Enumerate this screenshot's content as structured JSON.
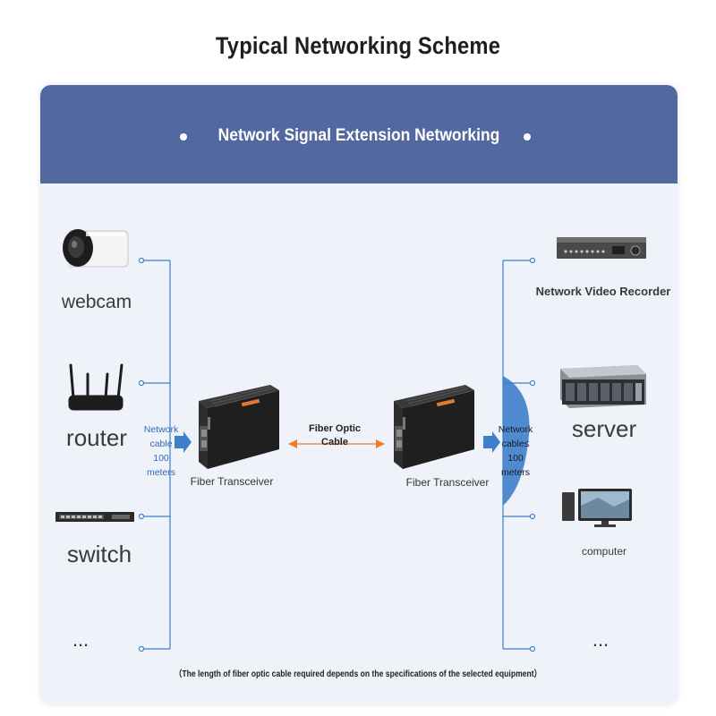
{
  "title": "Typical Networking Scheme",
  "banner": {
    "title": "Network Signal Extension Networking"
  },
  "left_devices": [
    {
      "label": "webcam",
      "icon": "webcam-icon"
    },
    {
      "label": "router",
      "icon": "router-icon"
    },
    {
      "label": "switch",
      "icon": "switch-icon"
    },
    {
      "label": "...",
      "icon": ""
    }
  ],
  "right_devices": [
    {
      "label": "Network Video Recorder",
      "icon": "nvr-icon"
    },
    {
      "label": "server",
      "icon": "server-icon"
    },
    {
      "label": "computer",
      "icon": "computer-icon"
    },
    {
      "label": "...",
      "icon": ""
    }
  ],
  "left_cable_label": [
    "Network",
    "cable",
    "100",
    "meters"
  ],
  "right_cable_label": [
    "Network",
    "cable≤",
    "100",
    "meters"
  ],
  "fiber_cable_label": [
    "Fiber Optic",
    "Cable"
  ],
  "transceivers": [
    {
      "label": "Fiber Transceiver"
    },
    {
      "label": "Fiber Transceiver"
    }
  ],
  "footnote": "（The length of fiber optic cable required depends on the specifications of the selected equipment）",
  "colors": {
    "banner": "#5468a0",
    "card_bg": "#f0f2fa",
    "line": "#3d7fc9",
    "fiber_arrow": "#f07a2a"
  }
}
